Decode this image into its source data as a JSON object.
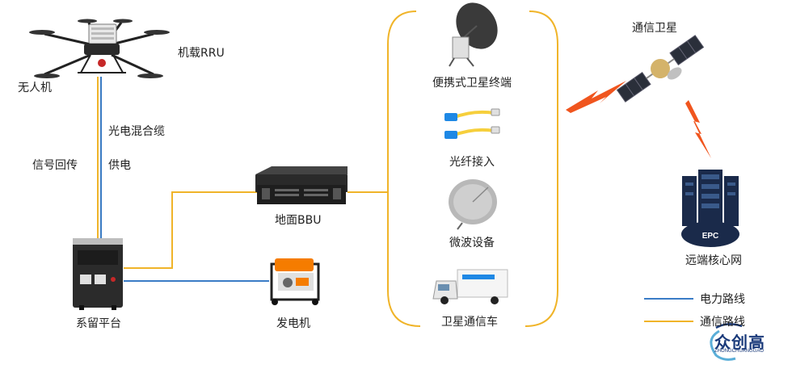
{
  "labels": {
    "drone": "无人机",
    "rru": "机载RRU",
    "cable": "光电混合缆",
    "signal_return": "信号回传",
    "power_supply": "供电",
    "tether": "系留平台",
    "bbu": "地面BBU",
    "generator": "发电机",
    "portable_sat": "便携式卫星终端",
    "fiber": "光纤接入",
    "microwave": "微波设备",
    "sat_vehicle": "卫星通信车",
    "satellite": "通信卫星",
    "epc_label": "EPC",
    "core": "远端核心网"
  },
  "legend": {
    "power": "电力路线",
    "comm": "通信路线"
  },
  "watermark": {
    "text": "众创高",
    "sub": "ZHONGCHUANGGAO"
  },
  "colors": {
    "power_line": "#3a7cc6",
    "comm_line": "#f0b429",
    "bracket": "#f0b429",
    "lightning": "#f0551e"
  }
}
